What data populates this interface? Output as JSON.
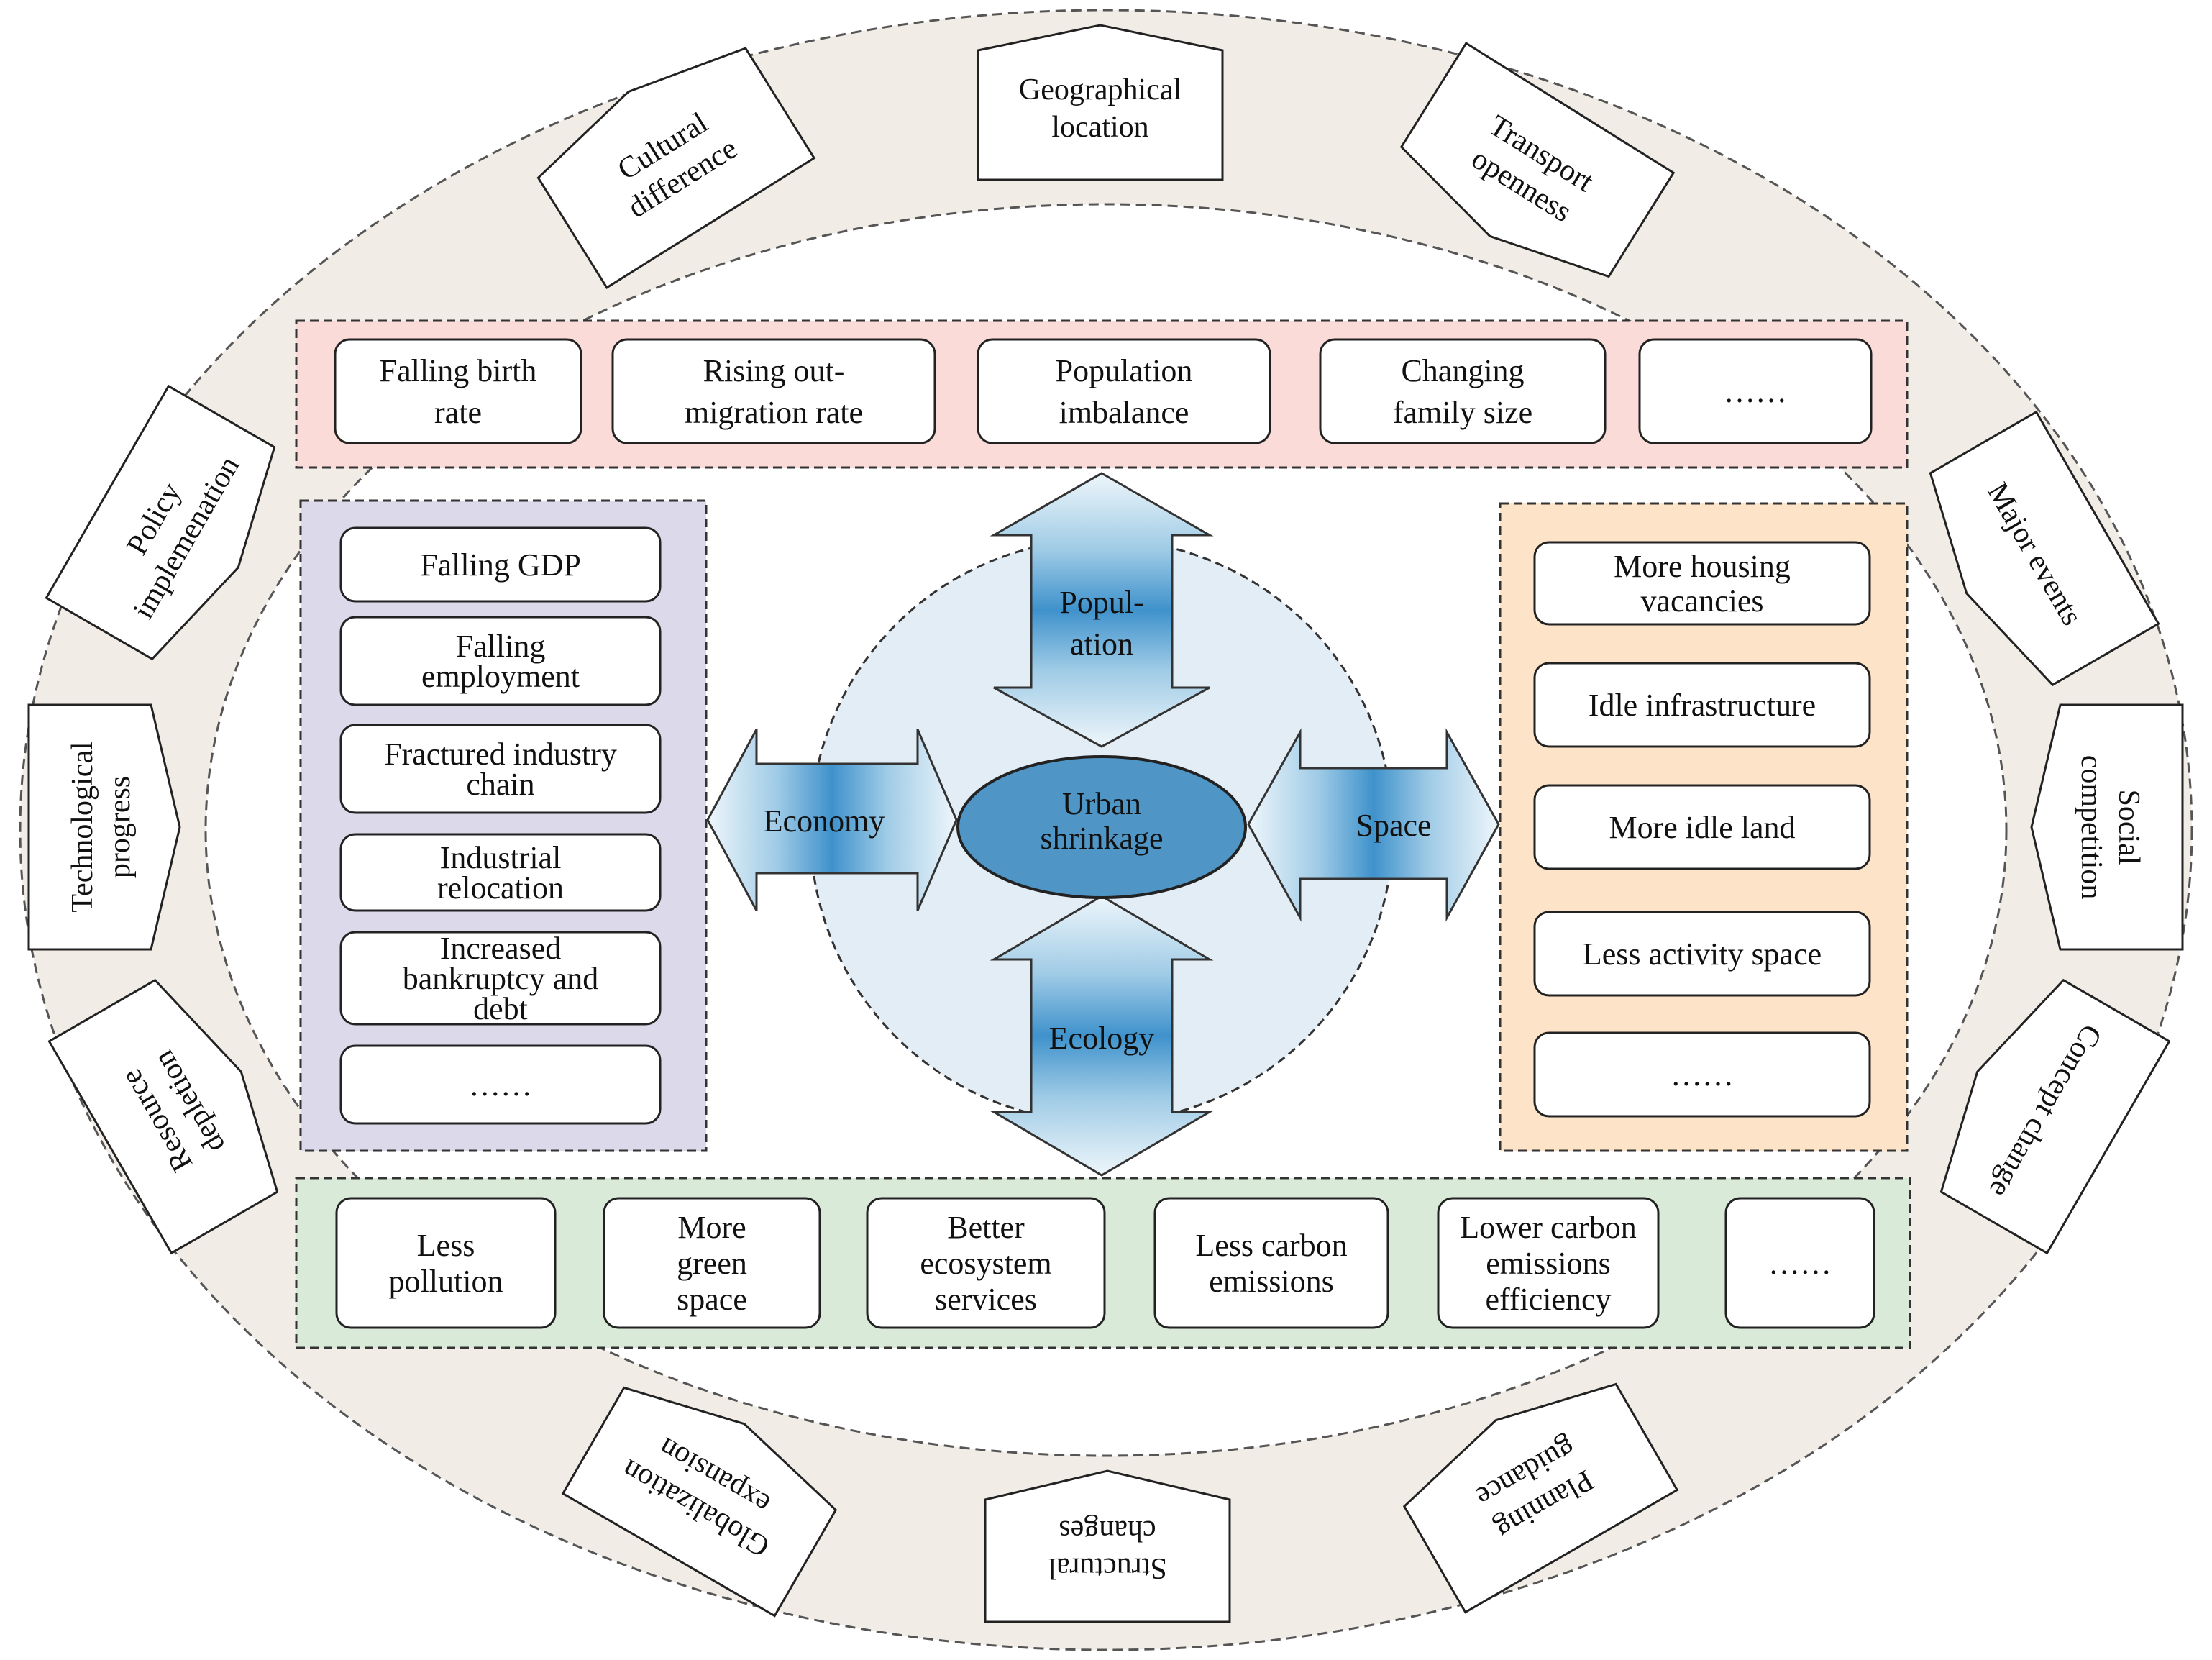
{
  "center": {
    "line1": "Urban",
    "line2": "shrinkage"
  },
  "arrows": {
    "population": {
      "line1": "Popul-",
      "line2": "ation"
    },
    "economy": "Economy",
    "space": "Space",
    "ecology": "Ecology"
  },
  "population_panel": {
    "items": [
      [
        "Falling birth",
        "rate"
      ],
      [
        "Rising out-",
        "migration rate"
      ],
      [
        "Population",
        "imbalance"
      ],
      [
        "Changing",
        "family size"
      ],
      [
        "……"
      ]
    ]
  },
  "economy_panel": {
    "items": [
      [
        "Falling GDP"
      ],
      [
        "Falling",
        "employment"
      ],
      [
        "Fractured industry",
        "chain"
      ],
      [
        "Industrial",
        "relocation"
      ],
      [
        "Increased",
        "bankruptcy and",
        "debt"
      ],
      [
        "……"
      ]
    ]
  },
  "space_panel": {
    "items": [
      [
        "More housing",
        "vacancies"
      ],
      [
        "Idle infrastructure"
      ],
      [
        "More idle land"
      ],
      [
        "Less activity space"
      ],
      [
        "……"
      ]
    ]
  },
  "ecology_panel": {
    "items": [
      [
        "Less",
        "pollution"
      ],
      [
        "More",
        "green",
        "space"
      ],
      [
        "Better",
        "ecosystem",
        "services"
      ],
      [
        "Less carbon",
        "emissions"
      ],
      [
        "Lower carbon",
        "emissions",
        "efficiency"
      ],
      [
        "……"
      ]
    ]
  },
  "factors": [
    [
      "Geographical",
      "location"
    ],
    [
      "Transport",
      "openness"
    ],
    [
      "Major events"
    ],
    [
      "Social",
      "competition"
    ],
    [
      "Concept change"
    ],
    [
      "Planning",
      "guidance"
    ],
    [
      "Structural",
      "changes"
    ],
    [
      "Globalization",
      "expansion"
    ],
    [
      "Resource",
      "depletion"
    ],
    [
      "Technological",
      "progress"
    ],
    [
      "Policy",
      "implemenation"
    ],
    [
      "Cultural",
      "difference"
    ]
  ],
  "colors": {
    "ring": "#f1ece6",
    "population_bg": "#fadbd8",
    "economy_bg": "#dcdaea",
    "space_bg": "#fde3c8",
    "ecology_bg": "#d9ead8",
    "core_circle": "#e3edf6",
    "center_ellipse": "#4f96c7",
    "arrow_dark": "#3f92cc",
    "arrow_light": "#e8f3fa"
  }
}
